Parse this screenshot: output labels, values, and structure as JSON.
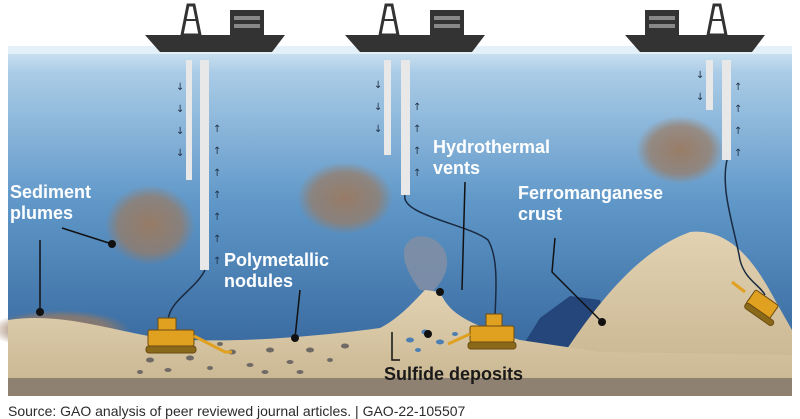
{
  "labels": {
    "sediment_plumes": [
      "Sediment",
      "plumes"
    ],
    "polymetallic_nodules": [
      "Polymetallic",
      "nodules"
    ],
    "hydrothermal_vents": [
      "Hydrothermal",
      "vents"
    ],
    "ferromanganese_crust": [
      "Ferromanganese",
      "crust"
    ],
    "sulfide_deposits": "Sulfide deposits"
  },
  "source": "Source: GAO analysis of peer reviewed journal articles.  |  GAO-22-105507",
  "colors": {
    "sky": "#ffffff",
    "water_top": "#cfe4f2",
    "water_mid": "#6ea3cf",
    "water_deep": "#2f5f96",
    "seafloor": "#d9c6a3",
    "seafloor_dark": "#8b7d6b",
    "plume": "#9b7b63",
    "vessel": "#333333",
    "collector": "#e0a020",
    "pipe": "#e6e6e6",
    "label_white": "#ffffff",
    "label_dark": "#1a1a1a"
  },
  "icons": [
    "ship-icon",
    "drill-derrick-icon",
    "seafloor-collector-icon",
    "down-arrow-icon",
    "up-arrow-icon"
  ]
}
